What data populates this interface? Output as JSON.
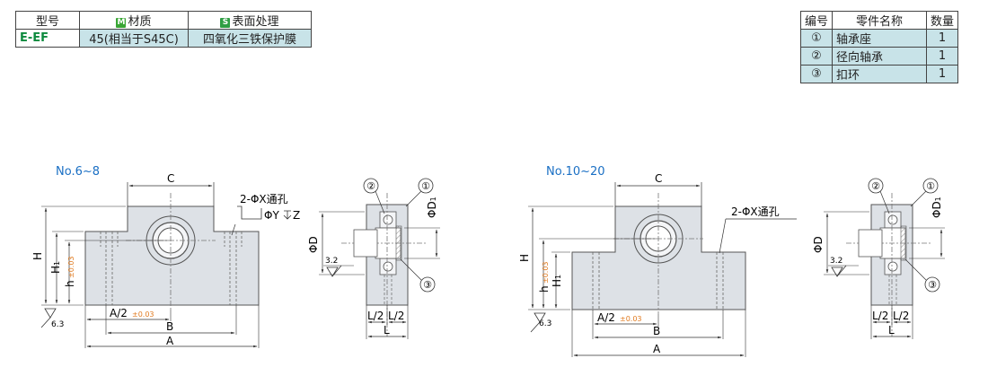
{
  "spec_table": {
    "headers": {
      "model": "型号",
      "material": "材质",
      "surface": "表面处理"
    },
    "material_badge": "M",
    "surface_badge": "S",
    "row": {
      "model": "E-EF",
      "material": "45(相当于S45C)",
      "surface": "四氧化三铁保护膜"
    }
  },
  "parts_table": {
    "headers": {
      "num": "编号",
      "name": "零件名称",
      "qty": "数量"
    },
    "rows": [
      {
        "num": "①",
        "name": "轴承座",
        "qty": "1"
      },
      {
        "num": "②",
        "name": "径向轴承",
        "qty": "1"
      },
      {
        "num": "③",
        "name": "扣环",
        "qty": "1"
      }
    ]
  },
  "drawing_left": {
    "title": "No.6~8",
    "label_c": "C",
    "hole_note": "2-ΦX通孔",
    "counterbore_note": "ΦY",
    "counterbore_depth": "Z",
    "label_h": "H",
    "label_h1": "H",
    "label_h1_sub": "1",
    "label_h_small": "h",
    "tol_h": "±0.03",
    "label_a2": "A/2",
    "tol_a2": "±0.03",
    "label_b": "B",
    "label_a": "A",
    "roughness": "6.3"
  },
  "side_left": {
    "callout_1": "①",
    "callout_2": "②",
    "callout_3": "③",
    "label_d": "ΦD",
    "label_d1": "ΦD",
    "label_d1_sub": "1",
    "roughness": "3.2",
    "label_l2a": "L/2",
    "label_l2b": "L/2",
    "label_l": "L"
  },
  "drawing_right": {
    "title": "No.10~20",
    "label_c": "C",
    "hole_note": "2-ΦX通孔",
    "label_h": "H",
    "label_h_small": "h",
    "tol_h": "±0.03",
    "label_h1": "H",
    "label_h1_sub": "1",
    "label_a2": "A/2",
    "tol_a2": "±0.03",
    "label_b": "B",
    "label_a": "A",
    "roughness": "6.3"
  },
  "side_right": {
    "callout_1": "①",
    "callout_2": "②",
    "callout_3": "③",
    "label_d": "ΦD",
    "label_d1": "ΦD",
    "label_d1_sub": "1",
    "roughness": "3.2",
    "label_l2a": "L/2",
    "label_l2b": "L/2",
    "label_l": "L"
  },
  "colors": {
    "accent_blue": "#1a6fc4",
    "tolerance_orange": "#e07a1f",
    "part_fill": "#dde1e6",
    "table_cell": "#c8e3e8",
    "material_badge": "#3aa635",
    "surface_badge": "#2f9e44"
  }
}
